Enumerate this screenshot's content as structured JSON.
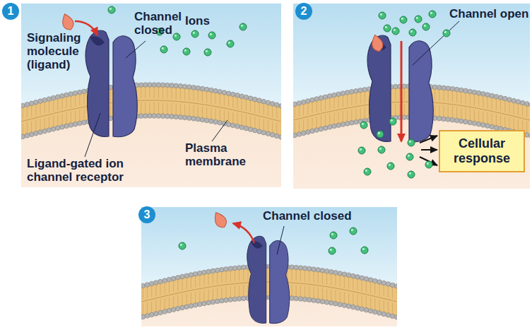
{
  "diagram": {
    "nodes": [
      {
        "text": [
          "Cellular response"
        ]
      }
    ],
    "labels": [
      "1",
      "Signaling molecule (ligand)",
      "Channel closed",
      "Ions",
      "Ligand-gated ion channel receptor",
      "Plasma membrane",
      "2",
      "Channel open",
      "3",
      "Channel closed"
    ]
  }
}
